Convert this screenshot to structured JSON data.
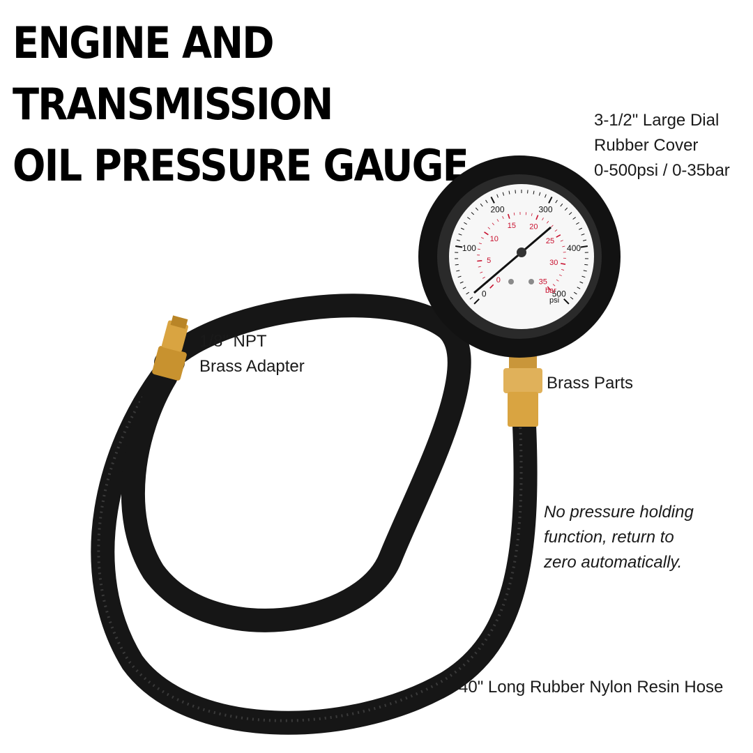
{
  "title": {
    "line1": "ENGINE AND",
    "line2": "TRANSMISSION",
    "line3": "OIL PRESSURE GAUGE"
  },
  "callouts": {
    "dial": {
      "line1": "3-1/2\" Large Dial",
      "line2": "Rubber Cover",
      "line3": "0-500psi / 0-35bar"
    },
    "adapter": {
      "line1": "1/8\" NPT",
      "line2": "Brass Adapter"
    },
    "brass_parts": "Brass Parts",
    "note": {
      "line1": "No pressure holding",
      "line2": "function, return to",
      "line3": "zero automatically."
    },
    "hose": "40\" Long Rubber Nylon Resin Hose"
  },
  "gauge": {
    "psi_scale": [
      "0",
      "100",
      "200",
      "300",
      "400",
      "500"
    ],
    "bar_scale": [
      "0",
      "5",
      "10",
      "15",
      "20",
      "25",
      "30",
      "35"
    ],
    "unit_bar": "bar",
    "unit_psi": "psi"
  },
  "colors": {
    "rubber": "#121212",
    "hose": "#161616",
    "brass": "#d9a441",
    "bar_scale": "#c8102e",
    "dial_face": "#f7f7f7"
  }
}
